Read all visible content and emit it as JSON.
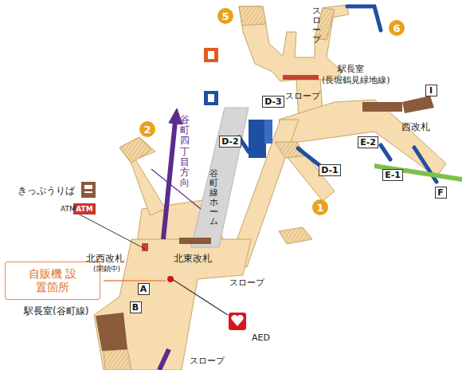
{
  "diagram": {
    "nodes": [
      {
        "text": [
          "5"
        ]
      },
      {
        "text": [
          "6"
        ]
      },
      {
        "text": [
          "I"
        ]
      },
      {
        "text": [
          "D-3"
        ]
      },
      {
        "text": [
          "2"
        ]
      },
      {
        "text": [
          "D-2"
        ]
      },
      {
        "text": [
          "E-2"
        ]
      },
      {
        "text": [
          "D-1"
        ]
      },
      {
        "text": [
          "E-1"
        ]
      },
      {
        "text": [
          "F"
        ]
      },
      {
        "text": [
          "1"
        ]
      },
      {
        "text": [
          "ATM"
        ]
      },
      {
        "text": [
          "自販機 設置箇所"
        ]
      },
      {
        "text": [
          "A"
        ]
      },
      {
        "text": [
          "B"
        ]
      }
    ],
    "labels": [
      "スロープ",
      "駅長室",
      "(長堀鶴見緑地線)",
      "スロープ",
      "西改札",
      "谷町四丁目方向",
      "きっぷうりば",
      "谷町線ホーム",
      "ATM",
      "北西改札",
      "(閉鎖中)",
      "北東改札",
      "スロープ",
      "駅長室(谷町線)",
      "AED",
      "スロープ"
    ]
  }
}
